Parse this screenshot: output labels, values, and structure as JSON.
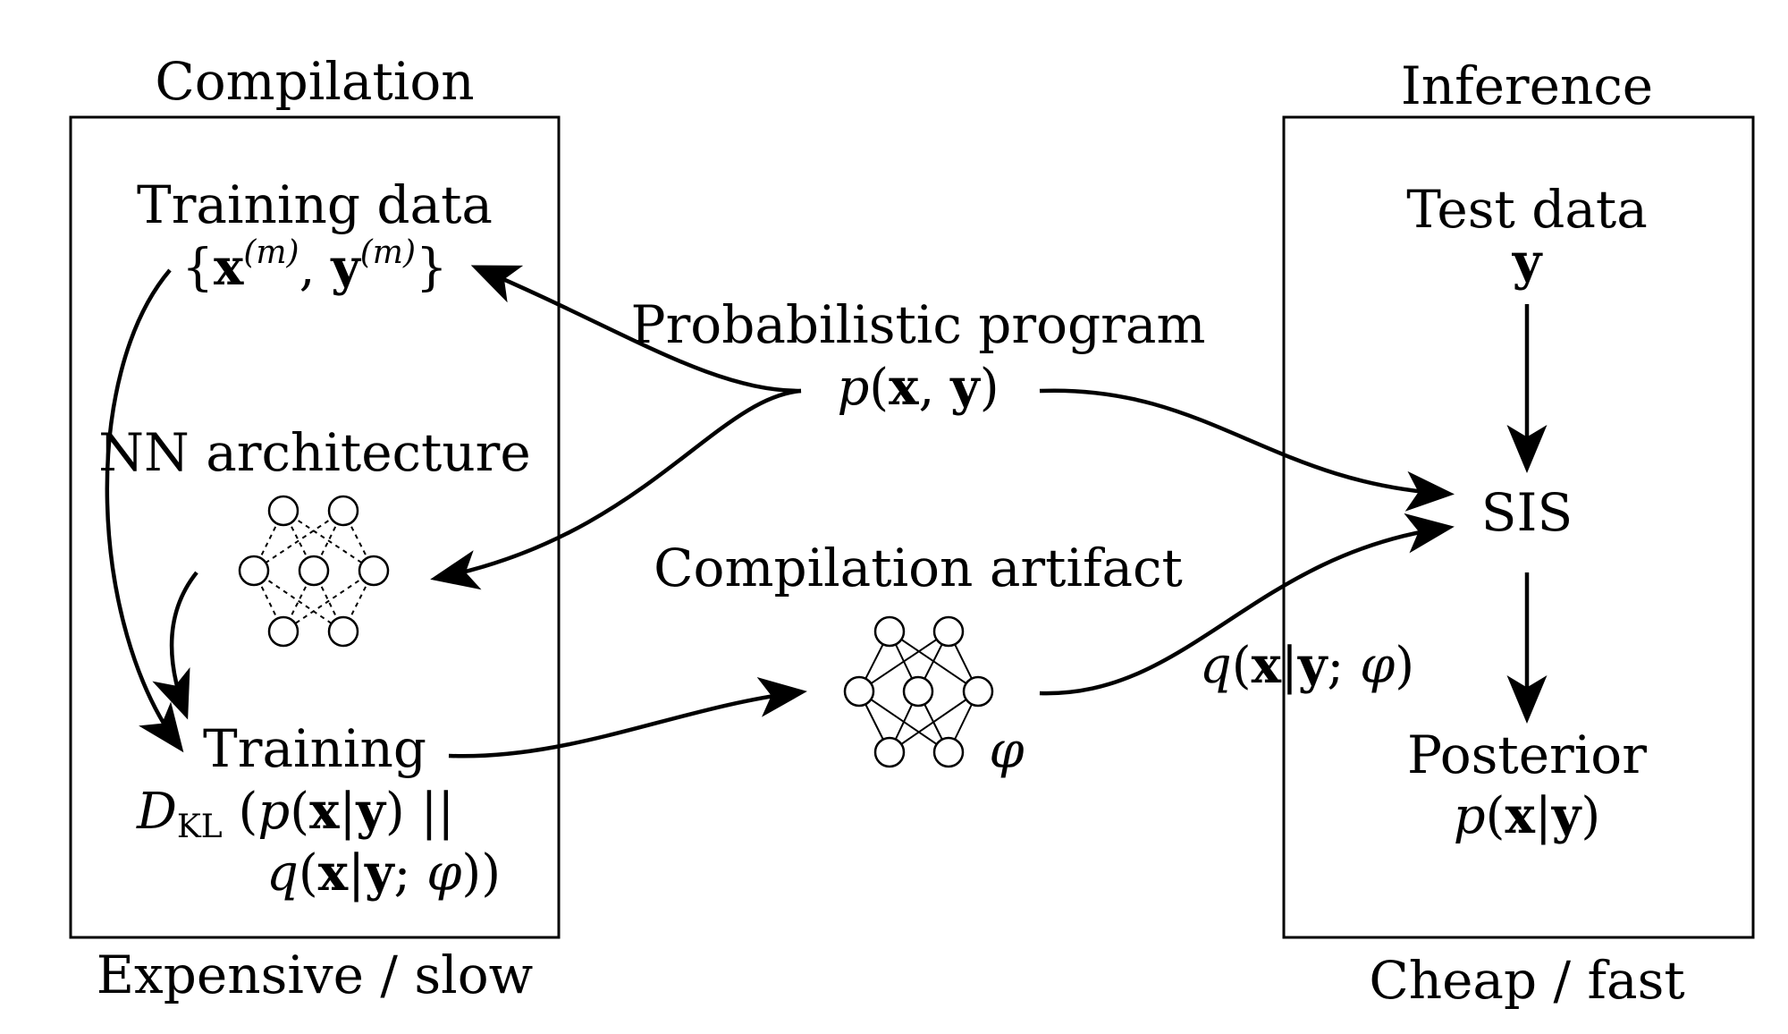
{
  "compilation": {
    "heading": "Compilation",
    "footer": "Expensive / slow",
    "training_data": {
      "label": "Training data",
      "math": "{x(m), y(m)}"
    },
    "nn_architecture": {
      "label": "NN architecture"
    },
    "training": {
      "label": "Training",
      "math_line1": "DKL (p(x|y) ||",
      "math_line2": "q(x|y; φ))"
    }
  },
  "middle": {
    "program": {
      "label": "Probabilistic program",
      "math": "p(x, y)"
    },
    "artifact": {
      "label": "Compilation artifact",
      "math": "φ"
    },
    "proposal": {
      "math": "q(x|y; φ)"
    }
  },
  "inference": {
    "heading": "Inference",
    "footer": "Cheap / fast",
    "test_data": {
      "label": "Test data",
      "math": "y"
    },
    "sis": {
      "label": "SIS"
    },
    "posterior": {
      "label": "Posterior",
      "math": "p(x|y)"
    }
  }
}
